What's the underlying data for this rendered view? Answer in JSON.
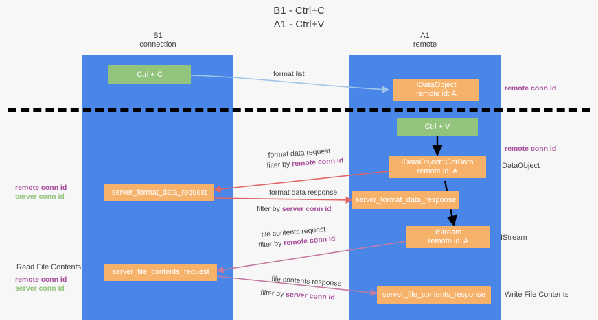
{
  "title": "B1 - Ctrl+C\nA1 - Ctrl+V",
  "columns": {
    "left": {
      "heading": "B1\nconnection"
    },
    "right": {
      "heading": "A1\nremote"
    }
  },
  "nodes": {
    "ctrl_c": {
      "label": "Ctrl + C",
      "color": "#93c47d"
    },
    "ctrl_v": {
      "label": "Ctrl + V",
      "color": "#93c47d"
    },
    "idataobject": {
      "line1": "IDataObject",
      "line2": "remote id: A",
      "color": "#f6b26b"
    },
    "getdata": {
      "line1": "IDataObject::GetData",
      "line2": "remote id: A",
      "color": "#f6b26b"
    },
    "istream": {
      "line1": "IStream",
      "line2": "remote id: A",
      "color": "#f6b26b"
    },
    "server_format_data_request": {
      "label": "server_format_data_request",
      "color": "#f6b26b"
    },
    "server_format_data_response": {
      "label": "server_format_data_response",
      "color": "#f6b26b"
    },
    "server_file_contents_request": {
      "label": "server_file_contents_request",
      "color": "#f6b26b"
    },
    "server_file_contents_response": {
      "label": "server_file_contents_response",
      "color": "#f6b26b"
    }
  },
  "edge_labels": {
    "format_list": "format list",
    "format_data_request": "format data request",
    "format_data_request_filter_prefix": "filter by ",
    "format_data_request_filter_key": "remote conn id",
    "format_data_response": "format data response",
    "format_data_response_filter_prefix": "filter by ",
    "format_data_response_filter_key": "server conn id",
    "file_contents_request": "file contents request",
    "file_contents_request_filter_prefix": "filter by ",
    "file_contents_request_filter_key": "remote conn id",
    "file_contents_response": "file contents response",
    "file_contents_response_filter_prefix": "filter by ",
    "file_contents_response_filter_key": "server conn id"
  },
  "annotations": {
    "right_remote_conn_id_top": "remote conn id",
    "right_remote_conn_id_mid": "remote conn id",
    "right_dataobject": "DataObject",
    "right_istream": "IStream",
    "right_write_file_contents": "Write File Contents",
    "left_remote_conn_id_mid": "remote conn id",
    "left_server_conn_id_mid": "server conn id",
    "left_read_file_contents": "Read File Contents",
    "left_remote_conn_id_bottom": "remote conn id",
    "left_server_conn_id_bottom": "server conn id"
  },
  "colors": {
    "panel_blue": "#4a86e8",
    "node_green": "#93c47d",
    "node_orange": "#f6b26b",
    "accent_remote": "#a64d9a",
    "accent_server": "#93c47d",
    "arrow_format_list": "#9fc5e8",
    "arrow_format_data": "#e06666",
    "arrow_file_contents": "#c27ba0",
    "arrow_flow": "#000000",
    "background": "#f7f7f7",
    "text": "#434343"
  }
}
